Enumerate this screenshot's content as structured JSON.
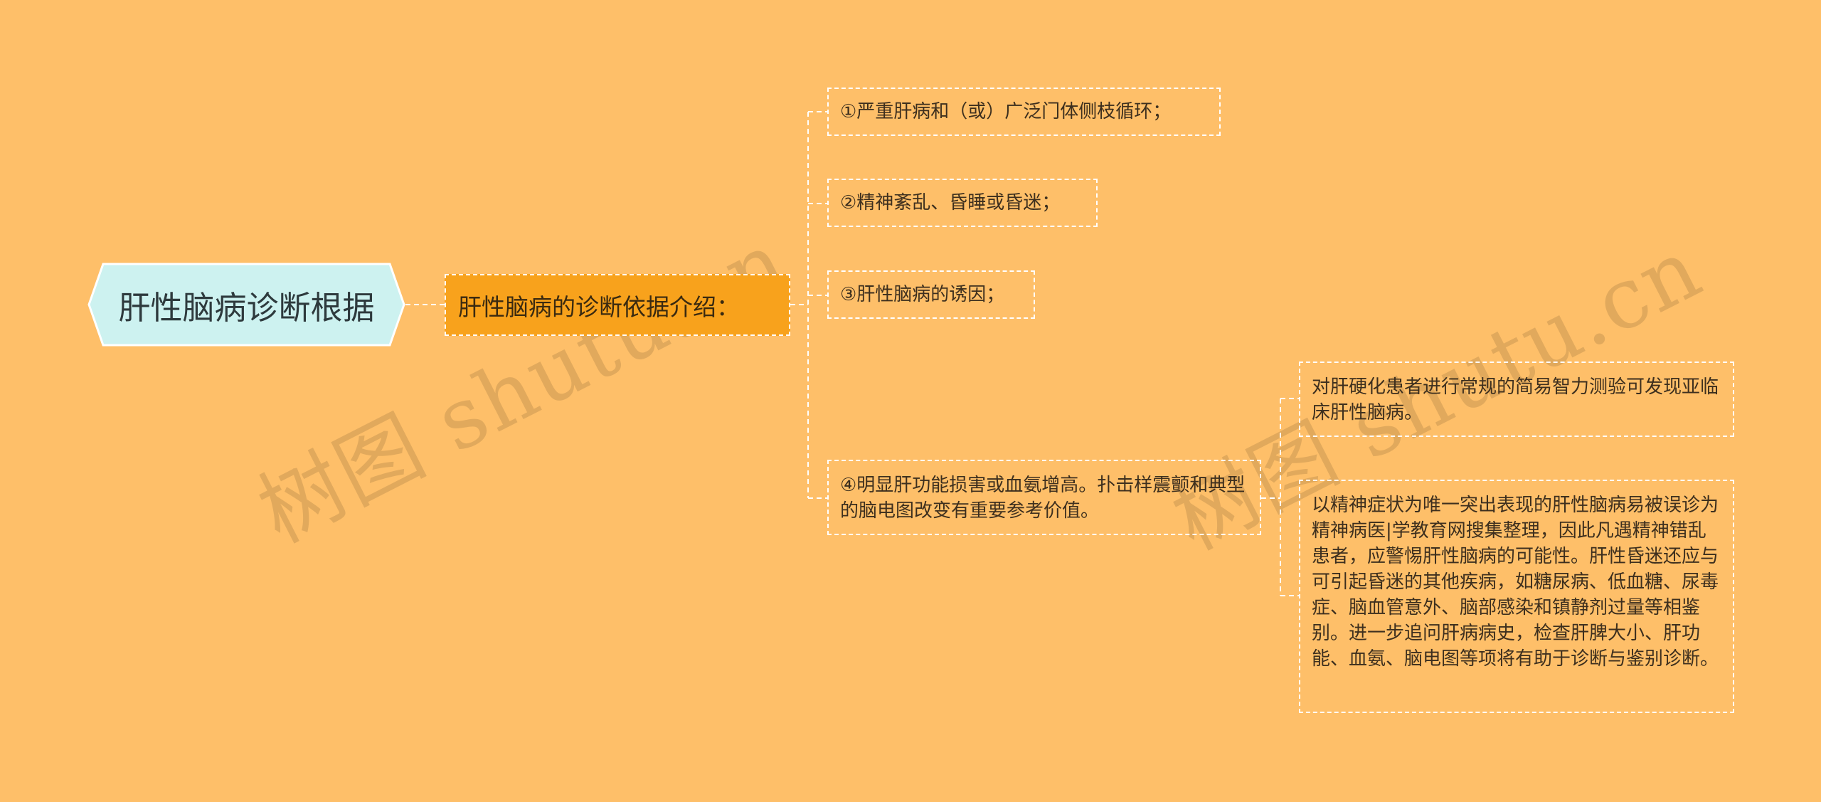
{
  "background_color": "#FEBF69",
  "watermark": {
    "left": "树图 shutu.cn",
    "right": "树图 shutu.cn"
  },
  "root": {
    "label": "肝性脑病诊断根据",
    "fill": "#CDF2F0"
  },
  "branch": {
    "label": "肝性脑病的诊断依据介绍：",
    "fill": "#F8A21C"
  },
  "items": [
    {
      "label": "①严重肝病和（或）广泛门体侧枝循环；"
    },
    {
      "label": "②精神紊乱、昏睡或昏迷；"
    },
    {
      "label": "③肝性脑病的诱因；"
    },
    {
      "label": "④明显肝功能损害或血氨增高。扑击样震颤和典型的脑电图改变有重要参考价值。"
    }
  ],
  "details": [
    {
      "label": "对肝硬化患者进行常规的简易智力测验可发现亚临床肝性脑病。"
    },
    {
      "label": "以精神症状为唯一突出表现的肝性脑病易被误诊为精神病医|学教育网搜集整理，因此凡遇精神错乱患者，应警惕肝性脑病的可能性。肝性昏迷还应与可引起昏迷的其他疾病，如糖尿病、低血糖、尿毒症、脑血管意外、脑部感染和镇静剂过量等相鉴别。进一步追问肝病病史，检查肝脾大小、肝功能、血氨、脑电图等项将有助于诊断与鉴别诊断。"
    }
  ]
}
